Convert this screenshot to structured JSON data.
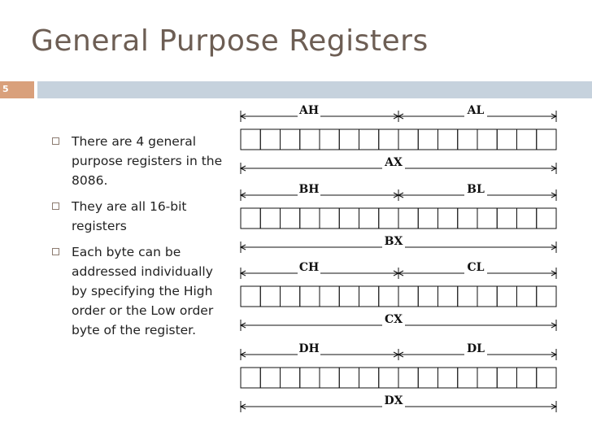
{
  "slide": {
    "title": "General Purpose Registers",
    "page_number": "5",
    "bullets": [
      "There are 4 general purpose registers in the 8086.",
      "They are all 16-bit registers",
      "Each byte can be addressed individually by specifying the High order or the Low order byte of the register."
    ]
  },
  "registers": [
    {
      "high": "AH",
      "low": "AL",
      "full": "AX"
    },
    {
      "high": "BH",
      "low": "BL",
      "full": "BX"
    },
    {
      "high": "CH",
      "low": "CL",
      "full": "CX"
    },
    {
      "high": "DH",
      "low": "DL",
      "full": "DX"
    }
  ],
  "bits_per_register": 16,
  "colors": {
    "title": "#6d5e54",
    "accent_bar": "#c6d2dd",
    "page_badge": "#d9a07b"
  }
}
